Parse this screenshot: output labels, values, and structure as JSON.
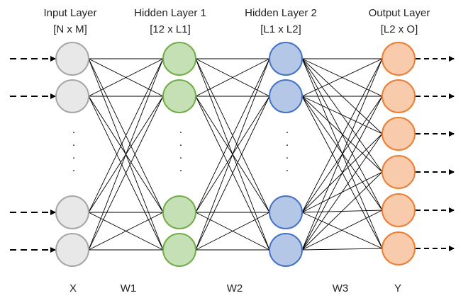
{
  "layers": [
    {
      "id": "input",
      "title": "Input Layer",
      "dims": "[N x M]",
      "fill": "#e8e8e8",
      "stroke": "#a6a6a6",
      "node_count": 4
    },
    {
      "id": "hidden1",
      "title": "Hidden Layer 1",
      "dims": "[12 x L1]",
      "fill": "#c5e0b4",
      "stroke": "#70ad47",
      "node_count": 4
    },
    {
      "id": "hidden2",
      "title": "Hidden Layer 2",
      "dims": "[L1 x L2]",
      "fill": "#b4c7e7",
      "stroke": "#4472c4",
      "node_count": 4
    },
    {
      "id": "output",
      "title": "Output Layer",
      "dims": "[L2 x O]",
      "fill": "#f8cbad",
      "stroke": "#ed7d31",
      "node_count": 6
    }
  ],
  "bottom_labels": {
    "input": "X",
    "w1": "W1",
    "w2": "W2",
    "w3": "W3",
    "output": "Y"
  },
  "ellipsis_symbol": "."
}
